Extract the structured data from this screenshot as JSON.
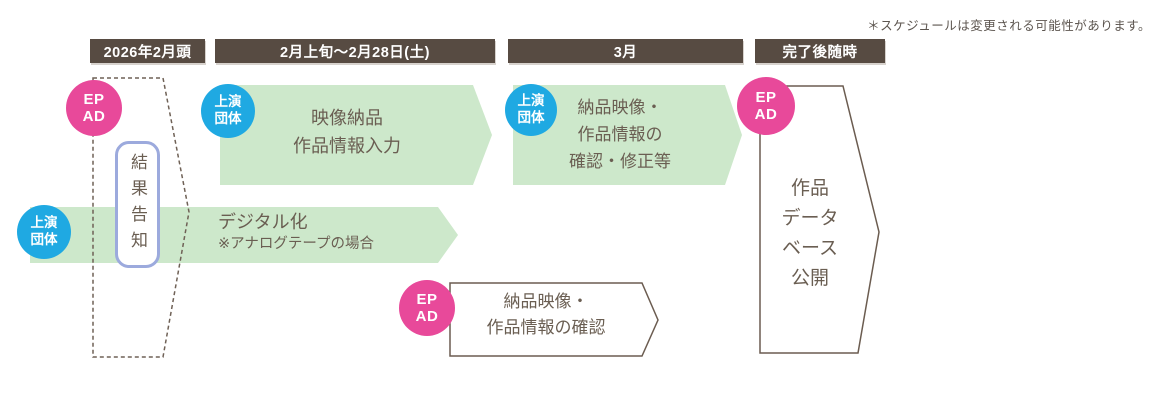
{
  "note": "＊スケジュールは変更される可能性があります。",
  "colors": {
    "header_bg": "#574b42",
    "process_green": "#cde8cb",
    "epad_pink": "#e8499a",
    "troupe_blue": "#1fa9e2",
    "text_brown": "#6a5e52",
    "outline_brown": "#6b5c50",
    "notice_border_periwinkle": "#9caadd"
  },
  "headers": [
    {
      "label": "2026年2月頭"
    },
    {
      "label": "2月上旬～2月28日(土)"
    },
    {
      "label": "3月"
    },
    {
      "label": "完了後随時"
    }
  ],
  "badges": {
    "epad": "EP\nAD",
    "troupe": "上演\n団体"
  },
  "steps": {
    "result_notice": "結果告知",
    "video_delivery": "映像納品\n作品情報入力",
    "review_fix": "納品映像・\n作品情報の\n確認・修正等",
    "digitization_title": "デジタル化",
    "digitization_note": "※アナログテープの場合",
    "delivery_check": "納品映像・\n作品情報の確認",
    "database_publish": "作品\nデータ\nベース\n公開"
  }
}
